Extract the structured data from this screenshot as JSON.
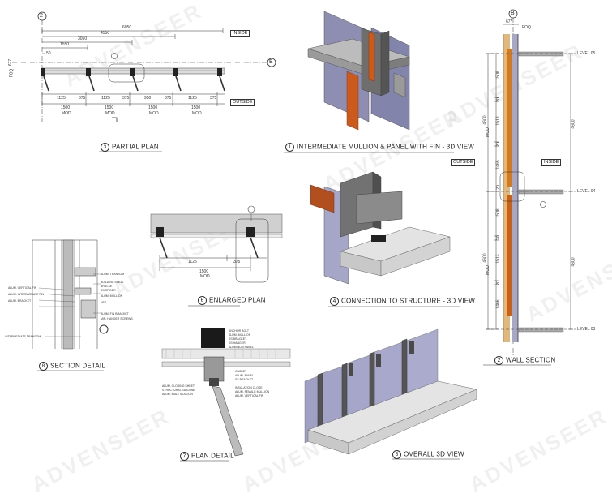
{
  "captions": {
    "partial_plan": {
      "num": "3",
      "text": "PARTIAL PLAN"
    },
    "intermediate_mullion": {
      "num": "1",
      "text": "INTERMEDIATE MULLION & PANEL WITH FIN - 3D VIEW"
    },
    "wall_section": {
      "num": "2",
      "text": "WALL SECTION"
    },
    "section_detail": {
      "num": "8",
      "text": "SECTION DETAIL"
    },
    "enlarged_plan": {
      "num": "6",
      "text": "ENLARGED PLAN"
    },
    "connection": {
      "num": "4",
      "text": "CONNECTION TO STRUCTURE - 3D VIEW"
    },
    "plan_detail": {
      "num": "7",
      "text": "PLAN DETAIL"
    },
    "overall_3d": {
      "num": "5",
      "text": "OVERALL 3D VIEW"
    }
  },
  "partial_plan": {
    "grid_top": "2",
    "grid_right": "B",
    "inside": "INSIDE",
    "outside": "OUTSIDE",
    "dims_top": [
      "6050",
      "4550",
      "3050",
      "1550",
      "50"
    ],
    "foq": "FOQ",
    "foq_val": "677",
    "dims_row1": [
      "1125",
      "375",
      "1125",
      "375",
      "950",
      "375",
      "1125",
      "375"
    ],
    "dims_row2": [
      "1500",
      "1500",
      "1500",
      "1500"
    ],
    "mod": [
      "MOD",
      "MOD",
      "MOD",
      "MOD"
    ]
  },
  "wall_section": {
    "grid": "B",
    "foq_val": "677",
    "foq": "FOQ",
    "outside": "OUTSIDE",
    "inside": "INSIDE",
    "levels": [
      "LEVEL 05",
      "LEVEL 04",
      "LEVEL 03"
    ],
    "dims_upper": [
      "1508",
      "20",
      "1513",
      "20",
      "1465",
      "20"
    ],
    "dims_lower": [
      "1508",
      "20",
      "1513",
      "20",
      "1466"
    ],
    "span_labels": [
      "4600",
      "4600",
      "4600",
      "4600"
    ],
    "mod": [
      "MOD",
      "MOD"
    ]
  },
  "enlarged_plan": {
    "dims": [
      "1125",
      "375"
    ],
    "total": "1500",
    "mod": "MOD"
  },
  "section_detail": {
    "notes": [
      "ALUM. TRANSOM",
      "ALUM. VERTICAL FIN",
      "ALUM. INTERMEDIATE FIN",
      "ALUM. BRACKET",
      "BUILDING SHELL",
      "BRACKET",
      "SS SPIDER",
      "ALUM. MULLION",
      "HSS",
      "ALUM. FIN BRACKET",
      "MIN. HANGER SCREWS"
    ],
    "bottom_note": "INTERMEDIATE TRANSOM"
  },
  "plan_detail": {
    "notes": [
      "ANCHOR BOLT",
      "ALUM. MULLION",
      "SS BRACKET",
      "SS HANGER",
      "ALUMINUM PANEL",
      "GASKET",
      "ALUM. PANEL",
      "SS BRACKET",
      "ALUM. CLOSING SHEET",
      "STRUCTURAL SILICONE",
      "ALUM. MALE MULLION",
      "INSULATION CLOSE",
      "ALUM. FEMALE MULLION",
      "ALUM. VERTICAL FIN"
    ]
  },
  "watermark": "ADVENSEER",
  "colors": {
    "panel_purple": "#8f90b3",
    "fin_orange": "#cc5a1d",
    "steel": "#777777",
    "slab": "#d9d9d9"
  }
}
